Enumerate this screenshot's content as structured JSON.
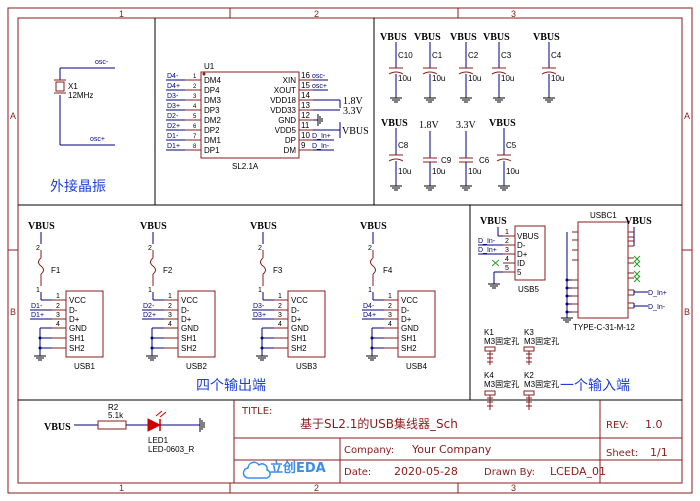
{
  "frame": {
    "cols": [
      "1",
      "2",
      "3"
    ],
    "rows": [
      "A",
      "B"
    ]
  },
  "crystal": {
    "ref": "X1",
    "value": "12MHz",
    "net_top": "osc-",
    "net_bottom": "osc+",
    "section_label": "外接晶振"
  },
  "hub_ic": {
    "ref": "U1",
    "part": "SL2.1A",
    "left_pins": [
      {
        "name": "DM4",
        "num": "1"
      },
      {
        "name": "DP4",
        "num": "2"
      },
      {
        "name": "DM3",
        "num": "3"
      },
      {
        "name": "DP3",
        "num": "4"
      },
      {
        "name": "DM2",
        "num": "5"
      },
      {
        "name": "DP2",
        "num": "6"
      },
      {
        "name": "DM1",
        "num": "7"
      },
      {
        "name": "DP1",
        "num": "8"
      }
    ],
    "left_nets": [
      "D4-",
      "D4+",
      "D3-",
      "D3+",
      "D2-",
      "D2+",
      "D1-",
      "D1+"
    ],
    "right_pins": [
      {
        "name": "XIN",
        "num": "16"
      },
      {
        "name": "XOUT",
        "num": "15"
      },
      {
        "name": "VDD18",
        "num": "14"
      },
      {
        "name": "VDD33",
        "num": "13"
      },
      {
        "name": "GND",
        "num": "12"
      },
      {
        "name": "VDD5",
        "num": "11"
      },
      {
        "name": "DP",
        "num": "10"
      },
      {
        "name": "DM",
        "num": "9"
      }
    ],
    "right_nets": [
      "osc-",
      "osc+",
      "1.8V",
      "3.3V",
      "",
      "VBUS",
      "D_In+",
      "D_In-"
    ]
  },
  "caps_top": [
    {
      "net": "VBUS",
      "ref": "C10",
      "value": "10u"
    },
    {
      "net": "VBUS",
      "ref": "C1",
      "value": "10u"
    },
    {
      "net": "VBUS",
      "ref": "C2",
      "value": "10u"
    },
    {
      "net": "VBUS",
      "ref": "C3",
      "value": "10u"
    },
    {
      "net": "VBUS",
      "ref": "C4",
      "value": "10u"
    }
  ],
  "caps_bottom": [
    {
      "net": "VBUS",
      "ref": "C8",
      "value": "10u"
    },
    {
      "net": "1.8V",
      "ref": "C9",
      "value": "10u"
    },
    {
      "net": "3.3V",
      "ref": "C6",
      "value": "10u"
    },
    {
      "net": "VBUS",
      "ref": "C5",
      "value": "10u"
    }
  ],
  "outputs": {
    "section_label": "四个输出端",
    "ports": [
      {
        "vbus": "VBUS",
        "fuse": "F1",
        "ref": "USB1",
        "dm": "D1-",
        "dp": "D1+"
      },
      {
        "vbus": "VBUS",
        "fuse": "F2",
        "ref": "USB2",
        "dm": "D2-",
        "dp": "D2+"
      },
      {
        "vbus": "VBUS",
        "fuse": "F3",
        "ref": "USB3",
        "dm": "D3-",
        "dp": "D3+"
      },
      {
        "vbus": "VBUS",
        "fuse": "F4",
        "ref": "USB4",
        "dm": "D4-",
        "dp": "D4+"
      }
    ],
    "pin_names": [
      "VCC",
      "D-",
      "D+",
      "GND",
      "SH1",
      "SH2"
    ],
    "pin_nums": [
      "1",
      "2",
      "3",
      "4"
    ]
  },
  "input": {
    "section_label": "一个输入端",
    "usb5": {
      "ref": "USB5",
      "vbus": "VBUS",
      "pins": [
        "VBUS",
        "D-",
        "D+",
        "ID",
        "5"
      ],
      "nums": [
        "1",
        "2",
        "3",
        "4",
        "5"
      ],
      "nets": [
        "D_In-",
        "D_In+"
      ]
    },
    "usbc": {
      "ref": "USBC1",
      "part": "TYPE-C-31-M-12",
      "vbus": "VBUS",
      "nets": [
        "D_In+",
        "D_In-"
      ]
    },
    "holes": [
      {
        "ref": "K1",
        "value": "M3固定孔"
      },
      {
        "ref": "K3",
        "value": "M3固定孔"
      },
      {
        "ref": "K4",
        "value": "M3固定孔"
      },
      {
        "ref": "K2",
        "value": "M3固定孔"
      }
    ]
  },
  "led": {
    "net": "VBUS",
    "res_ref": "R2",
    "res_value": "5.1k",
    "led_ref": "LED1",
    "led_value": "LED-0603_R"
  },
  "title_block": {
    "title_label": "TITLE:",
    "title": "基于SL2.1的USB集线器_Sch",
    "rev_label": "REV:",
    "rev": "1.0",
    "company_label": "Company:",
    "company": "Your Company",
    "sheet_label": "Sheet:",
    "sheet": "1/1",
    "date_label": "Date:",
    "date": "2020-05-28",
    "drawn_label": "Drawn By:",
    "drawn": "LCEDA_01",
    "logo_text": "立创EDA"
  }
}
